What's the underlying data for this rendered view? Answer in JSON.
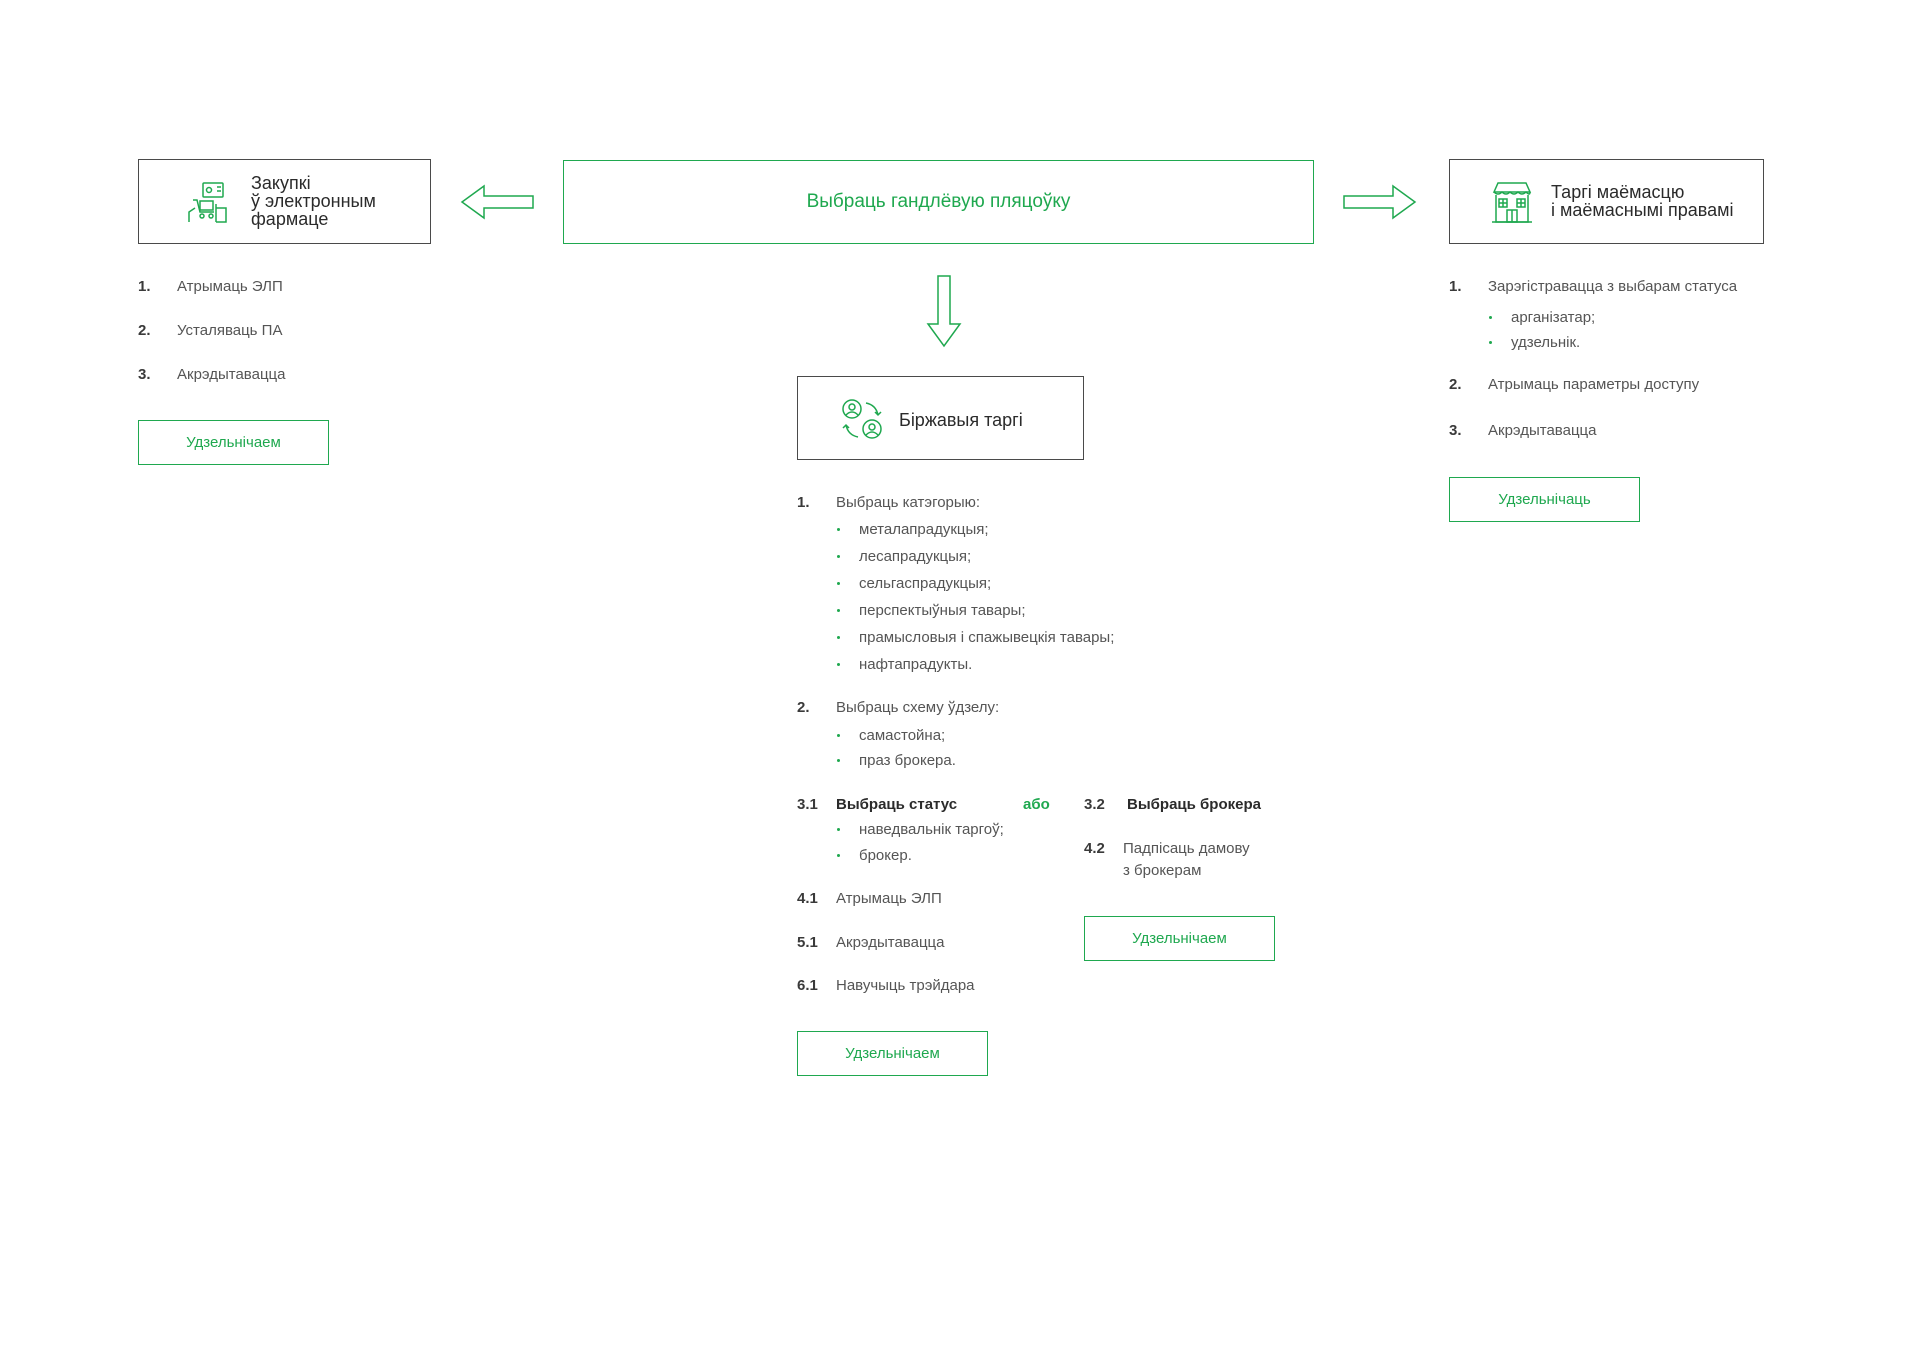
{
  "center": {
    "title": "Выбраць гандлёвую пляцоўку"
  },
  "left": {
    "title_lines": [
      "Закупкі",
      "ў электронным",
      "фармаце"
    ],
    "icon": "procurement-icon",
    "steps": [
      {
        "num": "1.",
        "text": "Атрымаць ЭЛП"
      },
      {
        "num": "2.",
        "text": "Усталяваць ПА"
      },
      {
        "num": "3.",
        "text": "Акрэдытавацца"
      }
    ],
    "button": "Удзельнічаем"
  },
  "right": {
    "title_lines": [
      "Таргі маёмасцю",
      "і маёмаснымі правамі"
    ],
    "icon": "building-icon",
    "step1": {
      "num": "1.",
      "text": "Зарэгістравацца з выбарам статуса"
    },
    "step1_bullets": [
      "арганізатар;",
      "удзельнік."
    ],
    "step2": {
      "num": "2.",
      "text": "Атрымаць параметры доступу"
    },
    "step3": {
      "num": "3.",
      "text": "Акрэдытавацца"
    },
    "button": "Удзельнічаць"
  },
  "middle": {
    "title": "Біржавыя таргі",
    "icon": "exchange-users-icon",
    "step1": {
      "num": "1.",
      "text": "Выбраць катэгорыю:"
    },
    "step1_bullets": [
      "металапрадукцыя;",
      "лесапрадукцыя;",
      "сельгаспрадукцыя;",
      "перспектыўныя тавары;",
      "прамысловыя і спажывецкія тавары;",
      "нафтапрадукты."
    ],
    "step2": {
      "num": "2.",
      "text": "Выбраць схему ўдзелу:"
    },
    "step2_bullets": [
      "самастойна;",
      "праз брокера."
    ],
    "step31": {
      "num": "3.1",
      "text": "Выбраць статус"
    },
    "or_label": "або",
    "step31_bullets": [
      "наведвальнік таргоў;",
      "брокер."
    ],
    "step41": {
      "num": "4.1",
      "text": "Атрымаць ЭЛП"
    },
    "step51": {
      "num": "5.1",
      "text": "Акрэдытавацца"
    },
    "step61": {
      "num": "6.1",
      "text": "Навучыць трэйдара"
    },
    "button": "Удзельнічаем",
    "step32": {
      "num": "3.2",
      "text": "Выбраць брокера"
    },
    "step42": {
      "num": "4.2",
      "text_lines": [
        "Падпісаць дамову",
        "з брокерам"
      ]
    },
    "button2": "Удзельнічаем"
  },
  "colors": {
    "accent": "#1fa84f",
    "border": "#4a4a4a",
    "text": "#555555"
  }
}
